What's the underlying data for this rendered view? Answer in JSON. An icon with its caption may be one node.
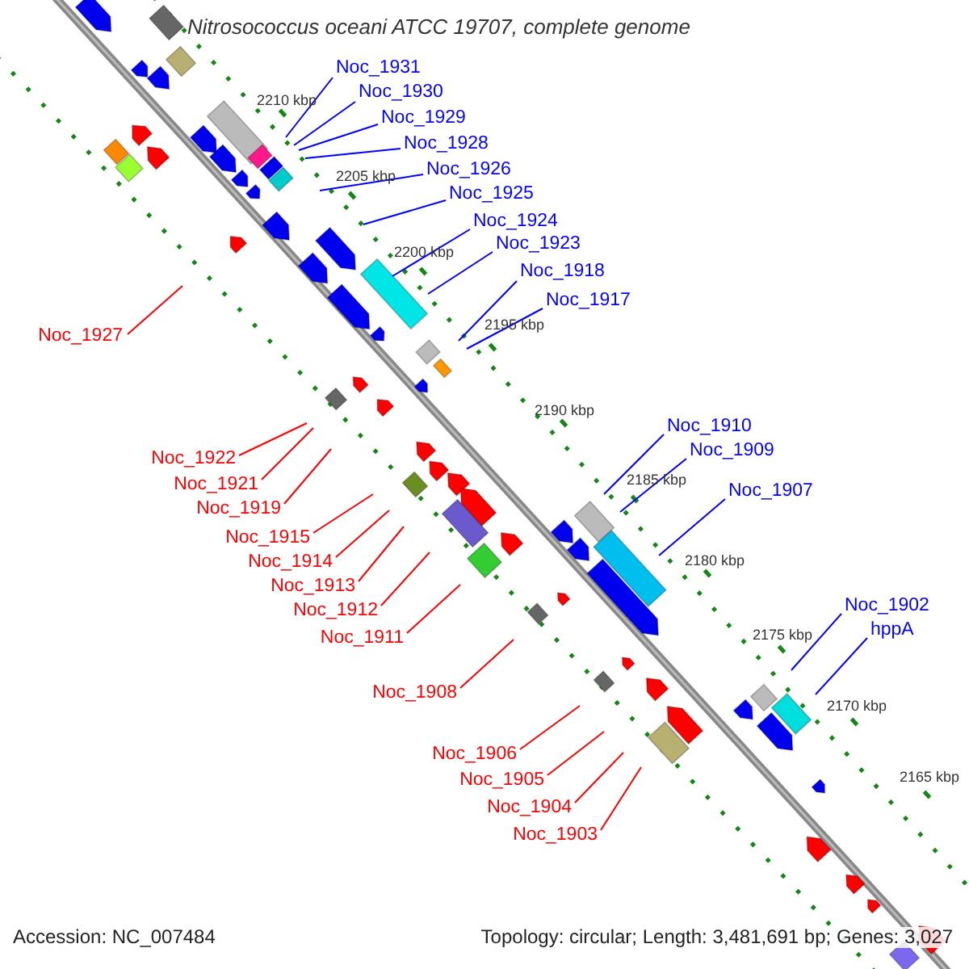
{
  "diagram": {
    "title": "Nitrosococcus oceani ATCC 19707, complete genome",
    "nodes": [
      {
        "text": [
          "Noc_1931"
        ]
      },
      {
        "text": [
          "Noc_1930"
        ]
      },
      {
        "text": [
          "Noc_1929"
        ]
      },
      {
        "text": [
          "Noc_1928"
        ]
      },
      {
        "text": [
          "Noc_1926"
        ]
      },
      {
        "text": [
          "Noc_1925"
        ]
      },
      {
        "text": [
          "Noc_1924"
        ]
      },
      {
        "text": [
          "Noc_1923"
        ]
      },
      {
        "text": [
          "Noc_1918"
        ]
      },
      {
        "text": [
          "Noc_1917"
        ]
      },
      {
        "text": [
          "Noc_1927"
        ]
      },
      {
        "text": [
          "Noc_1910"
        ]
      },
      {
        "text": [
          "Noc_1909"
        ]
      },
      {
        "text": [
          "Noc_1922"
        ]
      },
      {
        "text": [
          "Noc_1921"
        ]
      },
      {
        "text": [
          "Noc_1907"
        ]
      },
      {
        "text": [
          "Noc_1919"
        ]
      },
      {
        "text": [
          "Noc_1915"
        ]
      },
      {
        "text": [
          "Noc_1914"
        ]
      },
      {
        "text": [
          "Noc_1913"
        ]
      },
      {
        "text": [
          "Noc_1902"
        ]
      },
      {
        "text": [
          "Noc_1912"
        ]
      },
      {
        "text": [
          "hppA"
        ]
      },
      {
        "text": [
          "Noc_1911"
        ]
      },
      {
        "text": [
          "Noc_1908"
        ]
      },
      {
        "text": [
          "Noc_1906"
        ]
      },
      {
        "text": [
          "Noc_1905"
        ]
      },
      {
        "text": [
          "Noc_1904"
        ]
      },
      {
        "text": [
          "Noc_1903"
        ]
      }
    ],
    "edges": [
      {
        "from": 0,
        "to": null,
        "arrow": "none"
      },
      {
        "from": 1,
        "to": null,
        "arrow": "none"
      },
      {
        "from": 2,
        "to": null,
        "arrow": "none"
      },
      {
        "from": 3,
        "to": null,
        "arrow": "none"
      },
      {
        "from": 4,
        "to": null,
        "arrow": "none"
      },
      {
        "from": 5,
        "to": null,
        "arrow": "none"
      },
      {
        "from": 6,
        "to": null,
        "arrow": "none"
      },
      {
        "from": 7,
        "to": null,
        "arrow": "none"
      },
      {
        "from": 8,
        "to": null,
        "arrow": "none"
      },
      {
        "from": 9,
        "to": null,
        "arrow": "none"
      },
      {
        "from": 10,
        "to": null,
        "arrow": "none",
        "color": "#ff0000"
      },
      {
        "from": 11,
        "to": null,
        "arrow": "none"
      },
      {
        "from": 12,
        "to": null,
        "arrow": "none"
      },
      {
        "from": 13,
        "to": null,
        "arrow": "none",
        "color": "#ff0000"
      },
      {
        "from": 14,
        "to": null,
        "arrow": "none",
        "color": "#ff0000"
      },
      {
        "from": 15,
        "to": null,
        "arrow": "none"
      },
      {
        "from": 16,
        "to": null,
        "arrow": "none",
        "color": "#ff0000"
      },
      {
        "from": 17,
        "to": null,
        "arrow": "none",
        "color": "#ff0000"
      },
      {
        "from": 18,
        "to": null,
        "arrow": "none",
        "color": "#ff0000"
      },
      {
        "from": 19,
        "to": null,
        "arrow": "none",
        "color": "#ff0000"
      },
      {
        "from": 20,
        "to": null,
        "arrow": "none"
      },
      {
        "from": 21,
        "to": null,
        "arrow": "none",
        "color": "#ff0000"
      },
      {
        "from": 22,
        "to": null,
        "arrow": "none"
      },
      {
        "from": 23,
        "to": null,
        "arrow": "none",
        "color": "#ff0000"
      },
      {
        "from": 24,
        "to": null,
        "arrow": "none",
        "color": "#ff0000"
      },
      {
        "from": 25,
        "to": null,
        "arrow": "none",
        "color": "#ff0000"
      },
      {
        "from": 26,
        "to": null,
        "arrow": "none",
        "color": "#ff0000"
      },
      {
        "from": 27,
        "to": null,
        "arrow": "none",
        "color": "#ff0000"
      },
      {
        "from": 28,
        "to": null,
        "arrow": "none",
        "color": "#ff0000"
      }
    ],
    "labels": [
      "2210 kbp",
      "2205 kbp",
      "2200 kbp",
      "2195 kbp",
      "2190 kbp",
      "2185 kbp",
      "2180 kbp",
      "2175 kbp",
      "2170 kbp",
      "2165 kbp",
      "Accession: NC_007484",
      "Topology: circular; Length: 3,481,691 bp; Genes: 3,027"
    ]
  }
}
